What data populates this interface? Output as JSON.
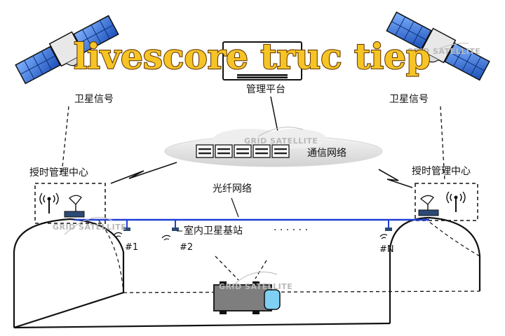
{
  "overlay_title": "livescore truc tiep",
  "labels": {
    "satellite_signal_left": "卫星信号",
    "satellite_signal_right": "卫星信号",
    "management_platform": "管理平台",
    "comm_network": "通信网络",
    "timing_center_left": "授时管理中心",
    "timing_center_right": "授时管理中心",
    "fiber_network": "光纤网络",
    "indoor_station": "室内卫星基站",
    "ellipsis": "· · ·  · · ·",
    "station_1": "#1",
    "station_2": "#2",
    "station_n": "#N"
  },
  "watermark": "GRID SATELLITE",
  "colors": {
    "fiber": "#1f3fd6",
    "panel_blue": "#2f66d8",
    "overlay_fill": "#f6c425",
    "overlay_stroke": "#6a3d06",
    "vehicle_body": "#7e7e7e",
    "vehicle_glass": "#7fd0f2"
  }
}
